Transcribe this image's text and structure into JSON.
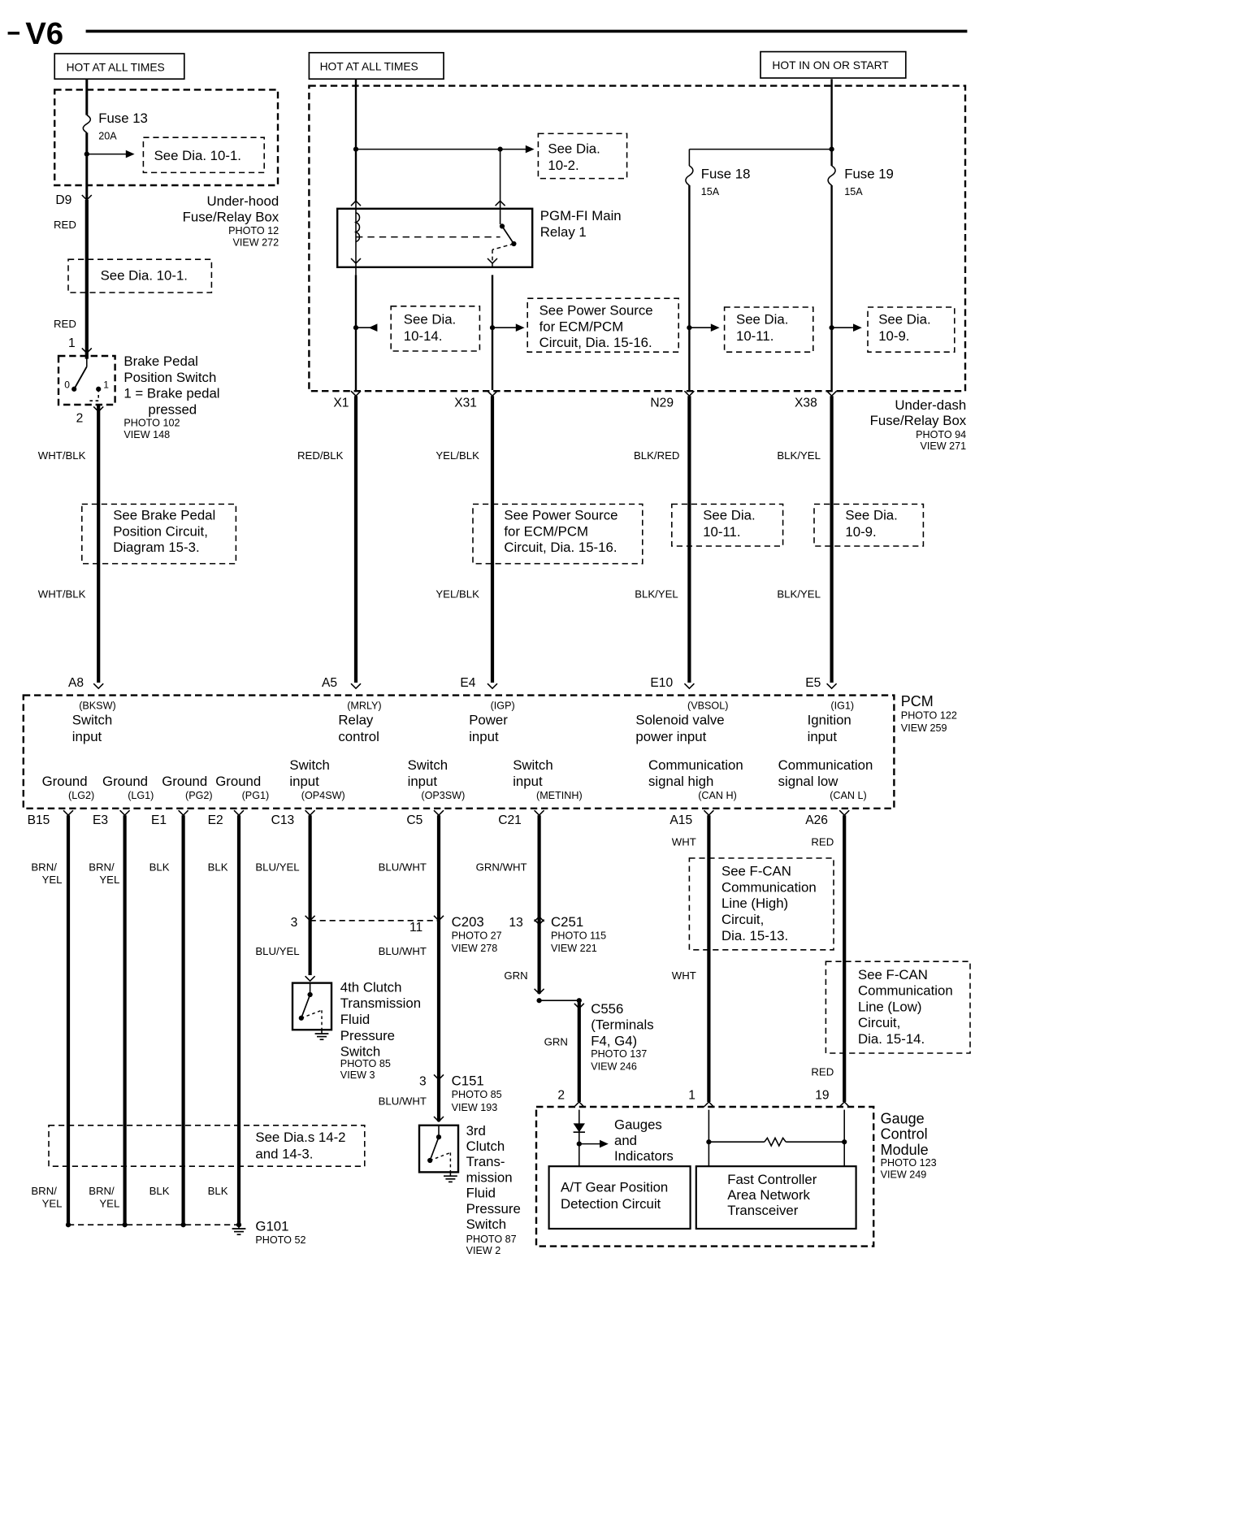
{
  "header": {
    "title": "V6"
  },
  "hot_boxes": [
    "HOT AT ALL TIMES",
    "HOT AT ALL TIMES",
    "HOT IN ON OR START"
  ],
  "fuses": [
    {
      "name": "Fuse 13",
      "rating": "20A"
    },
    {
      "name": "Fuse 18",
      "rating": "15A"
    },
    {
      "name": "Fuse 19",
      "rating": "15A"
    }
  ],
  "relay": {
    "name": [
      "PGM-FI Main",
      "Relay 1"
    ]
  },
  "boxes": {
    "underhood": {
      "lines": [
        "Under-hood",
        "Fuse/Relay Box"
      ],
      "photo": "PHOTO 12",
      "view": "VIEW 272"
    },
    "underdash": {
      "lines": [
        "Under-dash",
        "Fuse/Relay Box"
      ],
      "photo": "PHOTO 94",
      "view": "VIEW 271"
    }
  },
  "refs": {
    "r_fuse13": [
      "See Dia. 10-1."
    ],
    "r_102": [
      "See Dia.",
      "10-2."
    ],
    "r_d9": [
      "See Dia. 10-1."
    ],
    "r_1014": [
      "See Dia.",
      "10-14."
    ],
    "r_ps1": [
      "See Power Source",
      "for ECM/PCM",
      "Circuit, Dia. 15-16."
    ],
    "r_1011a": [
      "See Dia.",
      "10-11."
    ],
    "r_109a": [
      "See Dia.",
      "10-9."
    ],
    "r_brake": [
      "See Brake Pedal",
      "Position  Circuit,",
      "Diagram 15-3."
    ],
    "r_ps2": [
      "See Power Source",
      "for ECM/PCM",
      "Circuit, Dia. 15-16."
    ],
    "r_1011b": [
      "See Dia.",
      "10-11."
    ],
    "r_109b": [
      "See Dia.",
      "10-9."
    ],
    "r_fcanh": [
      "See F-CAN",
      "Communication",
      "Line (High)",
      "Circuit,",
      "Dia. 15-13."
    ],
    "r_fcanl": [
      "See F-CAN",
      "Communication",
      "Line (Low)",
      "Circuit,",
      "Dia. 15-14."
    ],
    "r_142": [
      "See Dia.s 14-2",
      "and 14-3."
    ]
  },
  "brake_switch": {
    "lines": [
      "Brake Pedal",
      "Position Switch",
      "1 = Brake pedal",
      "pressed"
    ],
    "photo": "PHOTO 102",
    "view": "VIEW 148",
    "pin_in": "1",
    "pin_out": "2",
    "contact_open": "0",
    "contact_closed": "1"
  },
  "top_pins": [
    "D9",
    "X1",
    "X31",
    "N29",
    "X38"
  ],
  "wire_colors": {
    "d9_a": "RED",
    "d9_b": "RED",
    "a8_a": "WHT/BLK",
    "a8_b": "WHT/BLK",
    "x1": "RED/BLK",
    "x31_a": "YEL/BLK",
    "x31_b": "YEL/BLK",
    "n29_a": "BLK/RED",
    "n29_b": "BLK/YEL",
    "x38_a": "BLK/YEL",
    "x38_b": "BLK/YEL"
  },
  "pcm": {
    "name": "PCM",
    "photo": "PHOTO 122",
    "view": "VIEW 259",
    "top_pins": [
      "A8",
      "A5",
      "E4",
      "E10",
      "E5"
    ],
    "top_labels": [
      {
        "code": "(BKSW)",
        "lines": [
          "Switch",
          "input"
        ]
      },
      {
        "code": "(MRLY)",
        "lines": [
          "Relay",
          "control"
        ]
      },
      {
        "code": "(IGP)",
        "lines": [
          "Power",
          "input"
        ]
      },
      {
        "code": "(VBSOL)",
        "lines": [
          "Solenoid valve",
          "power input"
        ]
      },
      {
        "code": "(IG1)",
        "lines": [
          "Ignition",
          "input"
        ]
      }
    ],
    "bottom_labels": [
      {
        "lines": [
          "Ground"
        ],
        "code": "(LG2)"
      },
      {
        "lines": [
          "Ground"
        ],
        "code": "(LG1)"
      },
      {
        "lines": [
          "Ground"
        ],
        "code": "(PG2)"
      },
      {
        "lines": [
          "Ground"
        ],
        "code": "(PG1)"
      },
      {
        "lines": [
          "Switch",
          "input"
        ],
        "code": "(OP4SW)"
      },
      {
        "lines": [
          "Switch",
          "input"
        ],
        "code": "(OP3SW)"
      },
      {
        "lines": [
          "Switch",
          "input"
        ],
        "code": "(METINH)"
      },
      {
        "lines": [
          "Communication",
          "signal high"
        ],
        "code": "(CAN H)"
      },
      {
        "lines": [
          "Communication",
          "signal low"
        ],
        "code": "(CAN L)"
      }
    ],
    "bottom_pins": [
      "B15",
      "E3",
      "E1",
      "E2",
      "C13",
      "C5",
      "C21",
      "A15",
      "A26"
    ]
  },
  "ground_wires": {
    "upper": [
      [
        "BRN/",
        "YEL"
      ],
      [
        "BRN/",
        "YEL"
      ],
      [
        "BLK"
      ],
      [
        "BLK"
      ]
    ],
    "lower": [
      [
        "BRN/",
        "YEL"
      ],
      [
        "BRN/",
        "YEL"
      ],
      [
        "BLK"
      ],
      [
        "BLK"
      ]
    ]
  },
  "ground": {
    "name": "G101",
    "photo": "PHOTO 52"
  },
  "lower_wires": {
    "c13_a": "BLU/YEL",
    "c13_b": "BLU/YEL",
    "c5_a": "BLU/WHT",
    "c5_b": "BLU/WHT",
    "c5_c": "BLU/WHT",
    "c21_a": "GRN/WHT",
    "c21_b": "GRN",
    "c21_c": "GRN",
    "a15_a": "WHT",
    "a15_b": "WHT",
    "a26_a": "RED",
    "a26_b": "RED"
  },
  "connectors": {
    "c203": {
      "name": "C203",
      "photo": "PHOTO 27",
      "view": "VIEW 278",
      "pin_a": "3",
      "pin_b": "11"
    },
    "c251": {
      "name": "C251",
      "photo": "PHOTO 115",
      "view": "VIEW 221",
      "pin": "13"
    },
    "c556": {
      "lines": [
        "C556",
        "(Terminals",
        "F4, G4)"
      ],
      "photo": "PHOTO 137",
      "view": "VIEW 246"
    },
    "c151": {
      "name": "C151",
      "photo": "PHOTO 85",
      "view": "VIEW 193",
      "pin": "3"
    }
  },
  "switch4": {
    "lines": [
      "4th Clutch",
      "Transmission",
      "Fluid",
      "Pressure",
      "Switch"
    ],
    "photo": "PHOTO 85",
    "view": "VIEW 3"
  },
  "switch3": {
    "lines": [
      "3rd",
      "Clutch",
      "Trans-",
      "mission",
      "Fluid",
      "Pressure",
      "Switch"
    ],
    "photo": "PHOTO 87",
    "view": "VIEW 2"
  },
  "gauge": {
    "lines": [
      "Gauge",
      "Control",
      "Module"
    ],
    "photo": "PHOTO 123",
    "view": "VIEW 249",
    "pins": [
      "2",
      "1",
      "19"
    ],
    "gauges": [
      "Gauges",
      "and",
      "Indicators"
    ],
    "atgear": [
      "A/T Gear Position",
      "Detection Circuit"
    ],
    "fcan": [
      "Fast Controller",
      "Area Network",
      "Transceiver"
    ]
  }
}
